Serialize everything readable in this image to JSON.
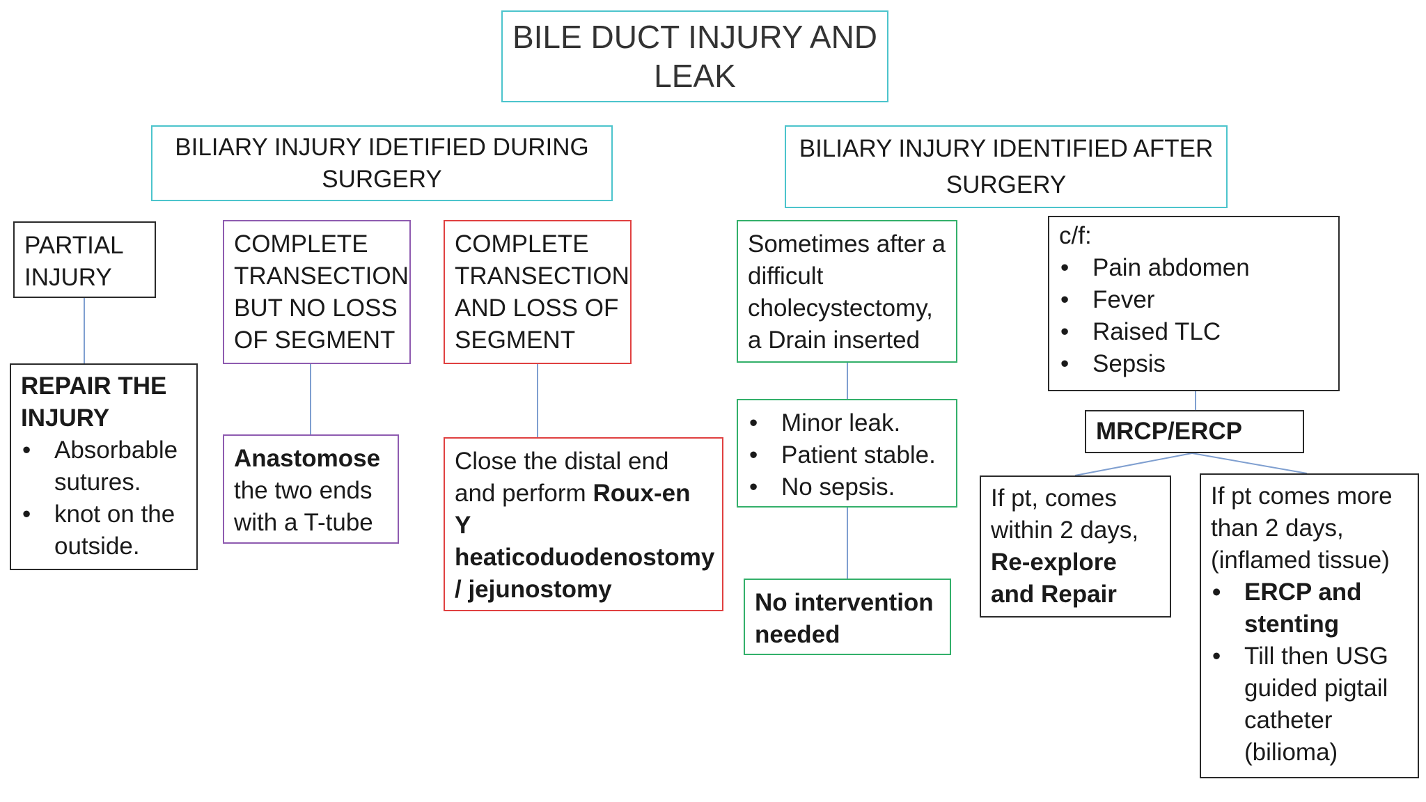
{
  "title": {
    "line1": "BILE DUCT INJURY AND",
    "line2": "LEAK"
  },
  "during": {
    "heading_line1": "BILIARY INJURY IDETIFIED DURING",
    "heading_line2": "SURGERY",
    "partial": {
      "line1": "PARTIAL",
      "line2": "INJURY"
    },
    "repair": {
      "heading_line1": "REPAIR THE",
      "heading_line2": "INJURY",
      "bullets": [
        "Absorbable sutures.",
        "knot on the outside."
      ]
    },
    "complete_no_loss": {
      "lines": [
        "COMPLETE",
        "TRANSECTION",
        "BUT NO LOSS",
        "OF SEGMENT"
      ]
    },
    "anastomose": {
      "bold": "Anastomose",
      "rest": "the two ends with a T-tube"
    },
    "complete_loss": {
      "lines": [
        "COMPLETE",
        "TRANSECTION",
        "AND LOSS OF",
        "SEGMENT"
      ]
    },
    "close_distal": {
      "plain": "Close the distal end and perform",
      "bold": "Roux-en Y heaticoduodenostomy / jejunostomy"
    }
  },
  "after": {
    "heading_line1": "BILIARY INJURY IDENTIFIED AFTER",
    "heading_line2": "SURGERY",
    "drain": {
      "text": "Sometimes after a difficult cholecystectomy, a Drain inserted"
    },
    "minor": {
      "bullets": [
        "Minor leak.",
        "Patient stable.",
        "No sepsis."
      ]
    },
    "no_intervention": {
      "text": "No intervention needed"
    },
    "cf": {
      "label": "c/f:",
      "bullets": [
        "Pain abdomen",
        "Fever",
        "Raised TLC",
        "Sepsis"
      ]
    },
    "mrcp": {
      "text": "MRCP/ERCP"
    },
    "within2": {
      "plain": "If pt, comes within 2 days,",
      "bold": "Re-explore and Repair"
    },
    "more2": {
      "plain": "If pt comes more than 2 days, (inflamed tissue)",
      "bullet_bold": "ERCP and stenting",
      "bullet_plain": "Till then USG guided pigtail catheter (bilioma)"
    }
  },
  "colors": {
    "teal": "#4cc4cc",
    "black": "#2a2a2a",
    "purple": "#8e5bb0",
    "red": "#e04040",
    "green": "#33b06a",
    "connector": "#7f9fd0"
  }
}
